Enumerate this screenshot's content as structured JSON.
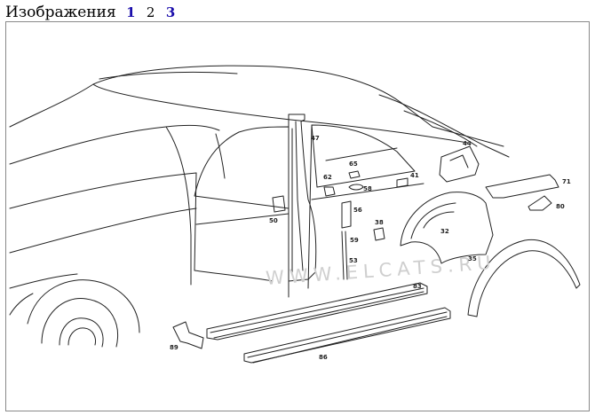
{
  "header": {
    "title": "Изображения",
    "pages": [
      {
        "label": "1",
        "current": false
      },
      {
        "label": "2",
        "current": true
      },
      {
        "label": "3",
        "current": false
      }
    ]
  },
  "diagram": {
    "watermark": "WWW.ELCATS.RU",
    "part_labels": [
      "47",
      "44",
      "65",
      "62",
      "58",
      "41",
      "71",
      "50",
      "56",
      "38",
      "80",
      "59",
      "32",
      "53",
      "35",
      "83",
      "89",
      "86"
    ]
  }
}
